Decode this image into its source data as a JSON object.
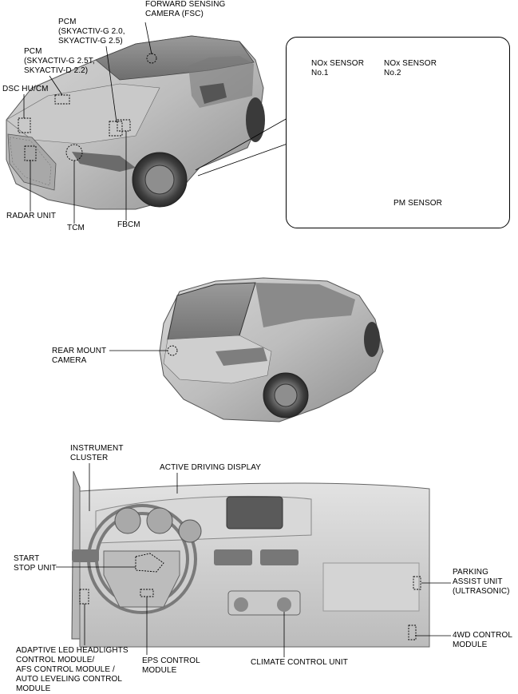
{
  "vehicle_front": {
    "forward_sensing_camera": "FORWARD SENSING\nCAMERA (FSC)",
    "pcm_g20_g25": "PCM\n(SKYACTIV-G 2.0,\nSKYACTIV-G 2.5)",
    "pcm_g25t_d22": "PCM\n(SKYACTIV-G 2.5T,\nSKYACTIV-D 2.2)",
    "dsc_hu_cm": "DSC HU/CM",
    "radar_unit": "RADAR UNIT",
    "tcm": "TCM",
    "fbcm": "FBCM"
  },
  "exhaust_inset": {
    "nox_sensor_1": "NOx SENSOR\nNo.1",
    "nox_sensor_2": "NOx SENSOR\nNo.2",
    "pm_sensor": "PM SENSOR"
  },
  "vehicle_rear": {
    "rear_mount_camera": "REAR MOUNT\nCAMERA"
  },
  "dashboard": {
    "instrument_cluster": "INSTRUMENT\nCLUSTER",
    "active_driving_display": "ACTIVE DRIVING DISPLAY",
    "start_stop_unit": "START\nSTOP UNIT",
    "parking_assist_unit": "PARKING\nASSIST UNIT\n(ULTRASONIC)",
    "four_wd_control_module": "4WD CONTROL\nMODULE",
    "adaptive_led_headlights": "ADAPTIVE LED HEADLIGHTS\nCONTROL MODULE/\nAFS CONTROL MODULE /\nAUTO LEVELING CONTROL\nMODULE",
    "eps_control_module": "EPS CONTROL\nMODULE",
    "climate_control_unit": "CLIMATE CONTROL UNIT"
  }
}
